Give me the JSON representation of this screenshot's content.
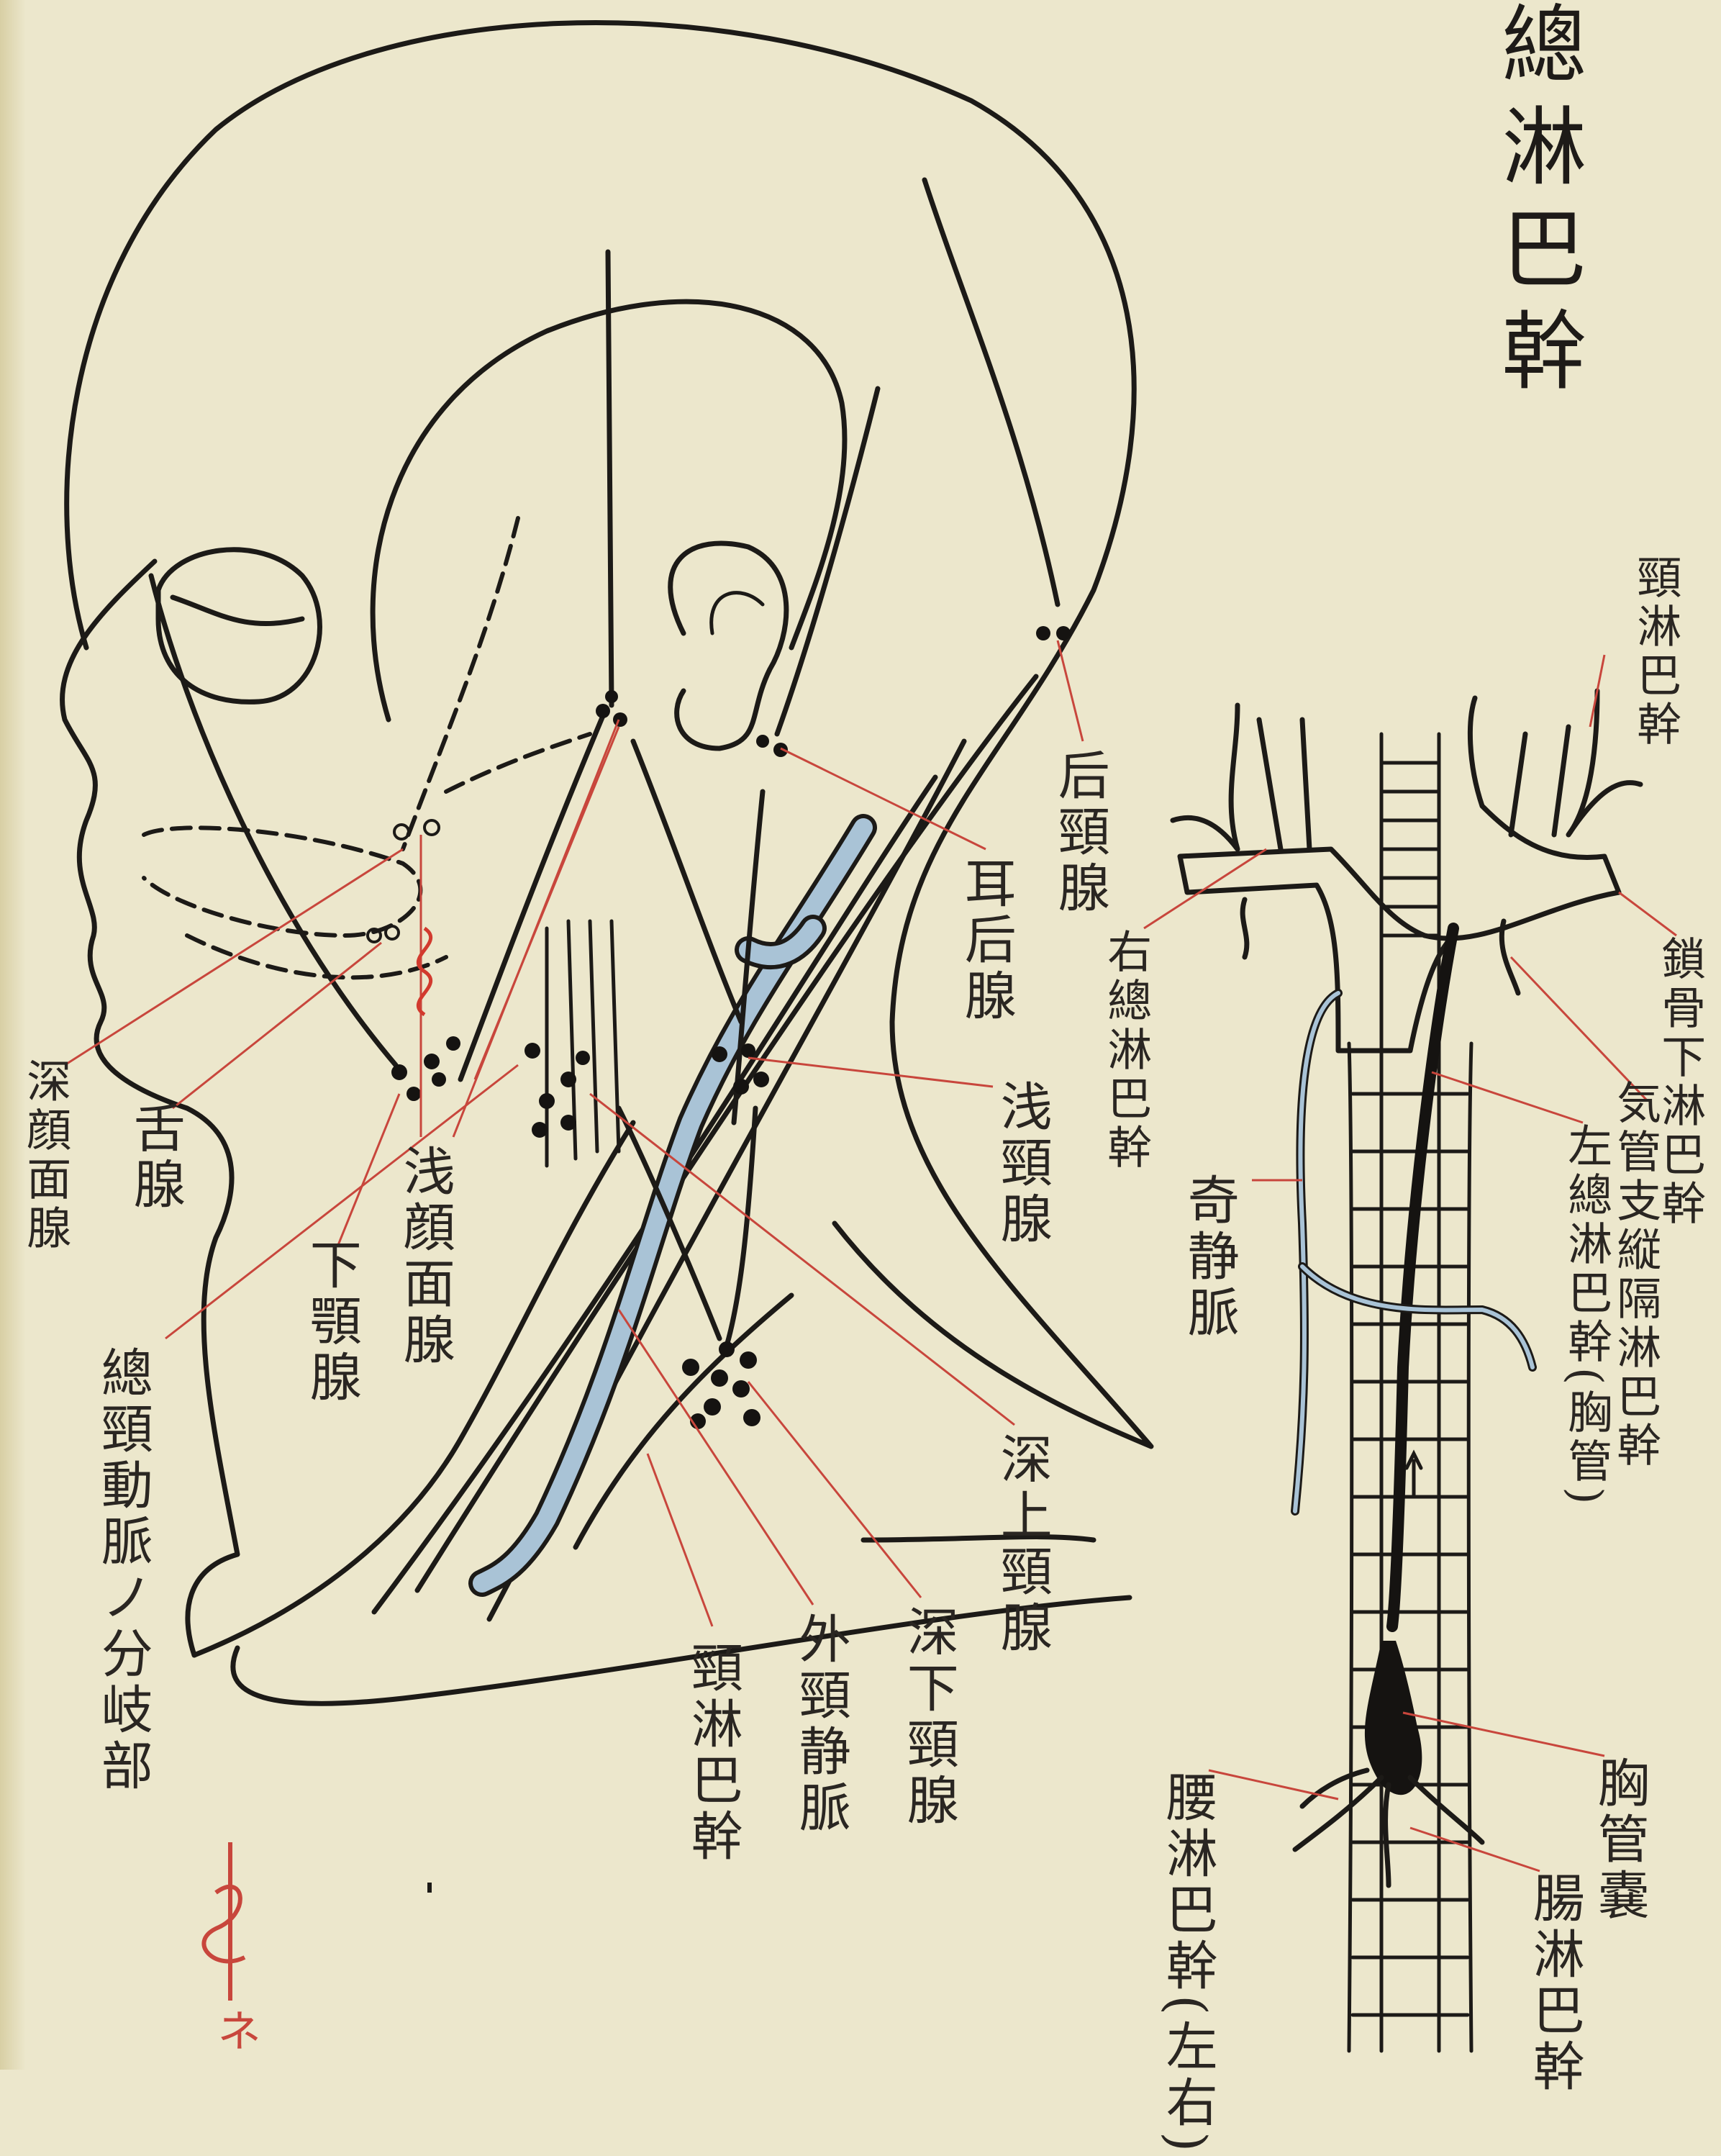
{
  "title": "總淋巴幹",
  "labels": {
    "jugular_trunk_top": "頸淋巴幹",
    "posterior_cervical": "后頸腺",
    "retroauricular": "耳后腺",
    "right_total_trunk": "右總淋巴幹",
    "superficial_cervical": "浅頸腺",
    "subclavian_trunk": "鎖骨下淋巴幹",
    "mediastinal_trunk": "気管支縦隔淋巴幹",
    "left_total_trunk": "左總淋巴幹(胸管)",
    "azygos_vein": "奇静脈",
    "deep_facial": "深顔面腺",
    "lingual": "舌腺",
    "submandibular": "下顎腺",
    "superficial_facial": "浅顔面腺",
    "carotid_bifurcation": "總頸動脈ノ分岐部",
    "deep_upper_cervical": "深上頸腺",
    "deep_lower_cervical": "深下頸腺",
    "external_jugular": "外頸静脈",
    "jugular_trunk_bottom": "頸淋巴幹",
    "lumbar_trunk": "腰淋巴幹(左右)",
    "cisterna_chyli": "胸管嚢",
    "intestinal_trunk": "腸淋巴幹",
    "seal": "ネ"
  },
  "colors": {
    "paper": "#ece7cc",
    "ink": "#1c1a17",
    "leader": "#c8463c",
    "vein": "#a9c3d6"
  }
}
